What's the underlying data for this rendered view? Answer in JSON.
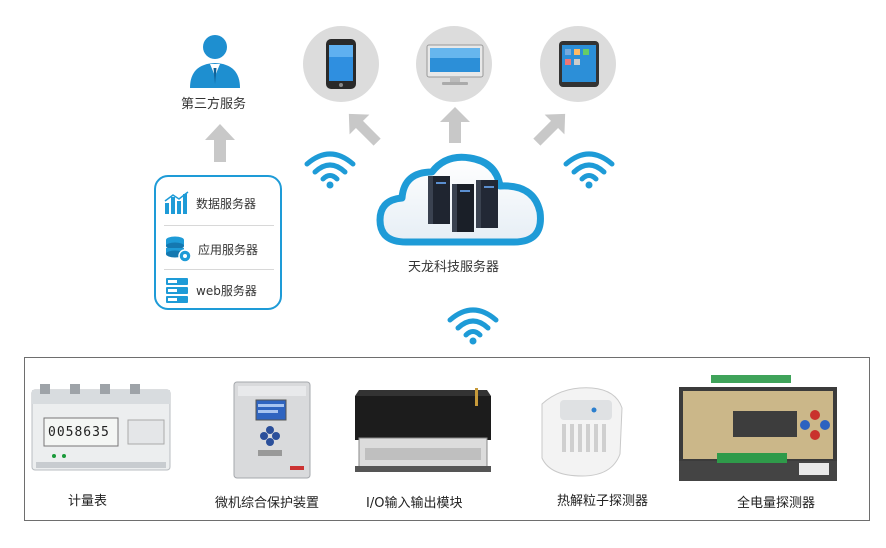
{
  "third_party": {
    "label": "第三方服务"
  },
  "server_panel": {
    "items": [
      {
        "label": "数据服务器",
        "icon": "bar-chart-icon"
      },
      {
        "label": "应用服务器",
        "icon": "database-gear-icon"
      },
      {
        "label": "web服务器",
        "icon": "server-rack-icon"
      }
    ]
  },
  "cloud": {
    "label": "天龙科技服务器"
  },
  "clients": [
    {
      "icon": "smartphone-icon"
    },
    {
      "icon": "desktop-monitor-icon"
    },
    {
      "icon": "tablet-icon"
    }
  ],
  "devices": [
    {
      "label": "计量表",
      "icon": "energy-meter-icon"
    },
    {
      "label": "微机综合保护装置",
      "icon": "protection-device-icon"
    },
    {
      "label": "I/O输入输出模块",
      "icon": "io-module-icon"
    },
    {
      "label": "热解粒子探测器",
      "icon": "particle-detector-icon"
    },
    {
      "label": "全电量探测器",
      "icon": "power-detector-icon"
    }
  ],
  "meter_display": "0058635",
  "colors": {
    "accent": "#1e9bd7",
    "circle": "#dcdcdc",
    "arrow": "#c8c8c8"
  }
}
